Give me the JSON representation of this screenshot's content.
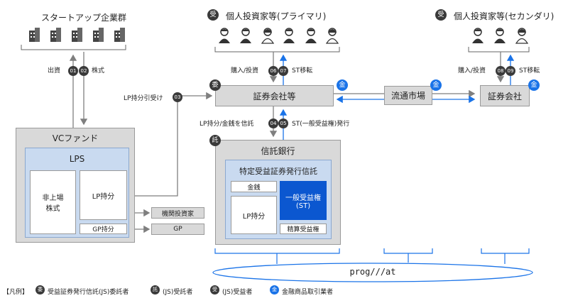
{
  "startups": {
    "title": "スタートアップ企業群"
  },
  "primary": {
    "seal": "受",
    "title": "個人投資家等(プライマリ)"
  },
  "secondary": {
    "seal": "受",
    "title": "個人投資家等(セカンダリ)"
  },
  "flows": {
    "n01": "01",
    "n02": "02",
    "invest_label": "出資",
    "stock_label": "株式",
    "n03": "03",
    "lp_transfer_label": "LP持分引受け",
    "n04": "04",
    "n05": "05",
    "trust_label": "LP持分/金銭を信託",
    "issue_label": "ST(一般受益権)発行",
    "n06": "06",
    "n07": "07",
    "buy_label": "購入/投資",
    "st_move_label": "ST移転",
    "n08": "08",
    "n09": "09",
    "buy_label2": "購入/投資",
    "st_move_label2": "ST移転"
  },
  "securities_primary": {
    "seal_left": "委",
    "seal_right": "金",
    "label": "証券会社等"
  },
  "market": {
    "label": "流通市場",
    "seal": "金"
  },
  "securities_secondary": {
    "label": "証券会社",
    "seal": "金"
  },
  "vc": {
    "title": "VCファンド",
    "lps": "LPS",
    "unlisted_line1": "非上場",
    "unlisted_line2": "株式",
    "lp_share": "LP持分",
    "gp_share": "GP持分"
  },
  "institutional": "機関投資家",
  "gp": "GP",
  "trust_bank": {
    "seal": "託",
    "title": "信託銀行",
    "issuer": "特定受益証券発行信託",
    "money": "金銭",
    "lp_share": "LP持分",
    "st_line1": "一般受益権",
    "st_line2": "(ST)",
    "settlement": "精算受益権"
  },
  "platform": {
    "brand": "prog///at"
  },
  "legend": {
    "title": "【凡例】",
    "item1_seal": "委",
    "item1_text": "受益証券発行信託(JS)委託者",
    "item2_seal": "託",
    "item2_text": "(JS)受託者",
    "item3_seal": "受",
    "item3_text": "(JS)受益者",
    "item4_seal": "金",
    "item4_text": "金融商品取引業者"
  },
  "colors": {
    "accent_blue": "#1a73e8",
    "navy_box": "#0b57d0",
    "gray_box": "#d9d9d9",
    "blue_box": "#c9daf0",
    "arrow_gray": "#7f7f7f"
  }
}
